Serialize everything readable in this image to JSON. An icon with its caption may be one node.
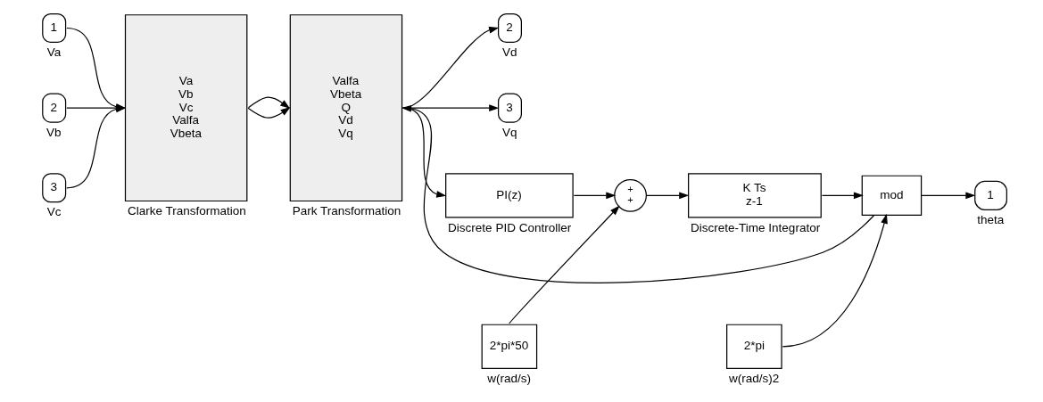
{
  "diagram": {
    "nodes": [
      {
        "text": [
          "1"
        ],
        "beside": [
          "Va"
        ]
      },
      {
        "text": [
          "2"
        ],
        "beside": [
          "Vb"
        ]
      },
      {
        "text": [
          "3"
        ],
        "beside": [
          "Vc"
        ]
      },
      {
        "text": [
          "Va",
          "Vb",
          "Vc",
          "Valfa",
          "Vbeta"
        ],
        "beside": [
          "Clarke Transformation"
        ]
      },
      {
        "text": [
          "Valfa",
          "Vbeta",
          "Q",
          "Vd",
          "Vq"
        ],
        "beside": [
          "Park Transformation"
        ]
      },
      {
        "text": [
          "2"
        ],
        "beside": [
          "Vd"
        ]
      },
      {
        "text": [
          "3"
        ],
        "beside": [
          "Vq"
        ]
      },
      {
        "text": [
          "PI(z)"
        ],
        "beside": [
          "Discrete PID Controller"
        ]
      },
      {
        "text": [
          "+",
          "+"
        ]
      },
      {
        "text": [
          "2*pi*50"
        ],
        "beside": [
          "w(rad/s)"
        ]
      },
      {
        "text": [
          "K Ts",
          "z-1"
        ],
        "beside": [
          "Discrete-Time Integrator"
        ]
      },
      {
        "text": [
          "mod"
        ]
      },
      {
        "text": [
          "2*pi"
        ],
        "beside": [
          "w(rad/s)2"
        ]
      },
      {
        "text": [
          "1"
        ],
        "beside": [
          "theta"
        ]
      }
    ],
    "edges": [
      {
        "from": 0,
        "to": 3,
        "arrow": "to"
      },
      {
        "from": 1,
        "to": 3,
        "arrow": "to"
      },
      {
        "from": 2,
        "to": 3,
        "arrow": "to"
      },
      {
        "from": 3,
        "to": 4,
        "arrow": "to"
      },
      {
        "from": 3,
        "to": 4,
        "arrow": "to"
      },
      {
        "from": 4,
        "to": 5,
        "arrow": "to"
      },
      {
        "from": 4,
        "to": 6,
        "arrow": "to"
      },
      {
        "from": 4,
        "to": 7,
        "arrow": "to"
      },
      {
        "from": 7,
        "to": 8,
        "arrow": "to"
      },
      {
        "from": 9,
        "to": 8,
        "arrow": "to"
      },
      {
        "from": 8,
        "to": 10,
        "arrow": "to"
      },
      {
        "from": 10,
        "to": 11,
        "arrow": "to"
      },
      {
        "from": 12,
        "to": 11,
        "arrow": "to"
      },
      {
        "from": 11,
        "to": 13,
        "arrow": "to"
      },
      {
        "from": 11,
        "to": 4,
        "arrow": "to"
      }
    ]
  }
}
